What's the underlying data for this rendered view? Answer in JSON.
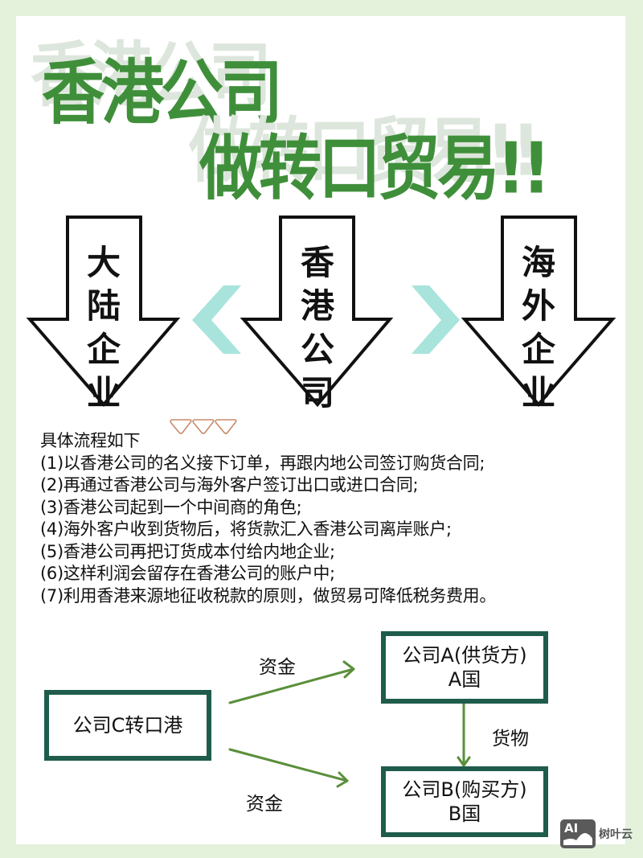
{
  "title": {
    "line1": "香港公司",
    "line2": "做转口贸易!!",
    "color": "#3f8f3a",
    "shadow_color": "#dde6dc"
  },
  "arrows": [
    {
      "label_chars": [
        "大",
        "陆",
        "企",
        "业"
      ],
      "label": "大陆企业"
    },
    {
      "label_chars": [
        "香",
        "港",
        "公",
        "司"
      ],
      "label": "香港公司"
    },
    {
      "label_chars": [
        "海",
        "外",
        "企",
        "业"
      ],
      "label": "海外企业"
    }
  ],
  "chevrons": {
    "left": "chevron-left",
    "right": "chevron-right",
    "color": "#a8e4dc"
  },
  "process": {
    "heading": "具体流程如下",
    "steps": [
      "(1)以香港公司的名义接下订单，再跟内地公司签订购货合同;",
      "(2)再通过香港公司与海外客户签订出口或进口合同;",
      "(3)香港公司起到一个中间商的角色;",
      "(4)海外客户收到货物后，将货款汇入香港公司离岸账户;",
      "(5)香港公司再把订货成本付给内地企业;",
      "(6)这样利润会留存在香港公司的账户中;",
      "(7)利用香港来源地征收税款的原则，做贸易可降低税务费用。"
    ]
  },
  "diagram": {
    "box_c": "公司C转口港",
    "box_a": {
      "line1": "公司A(供货方)",
      "line2": "A国"
    },
    "box_b": {
      "line1": "公司B(购买方)",
      "line2": "B国"
    },
    "label_top": "资金",
    "label_bottom": "资金",
    "label_goods": "货物",
    "box_border_color": "#1f5c4c",
    "arrow_color": "#5a8f3a"
  },
  "watermark": {
    "icon_text": "AI",
    "text": "树叶云"
  }
}
